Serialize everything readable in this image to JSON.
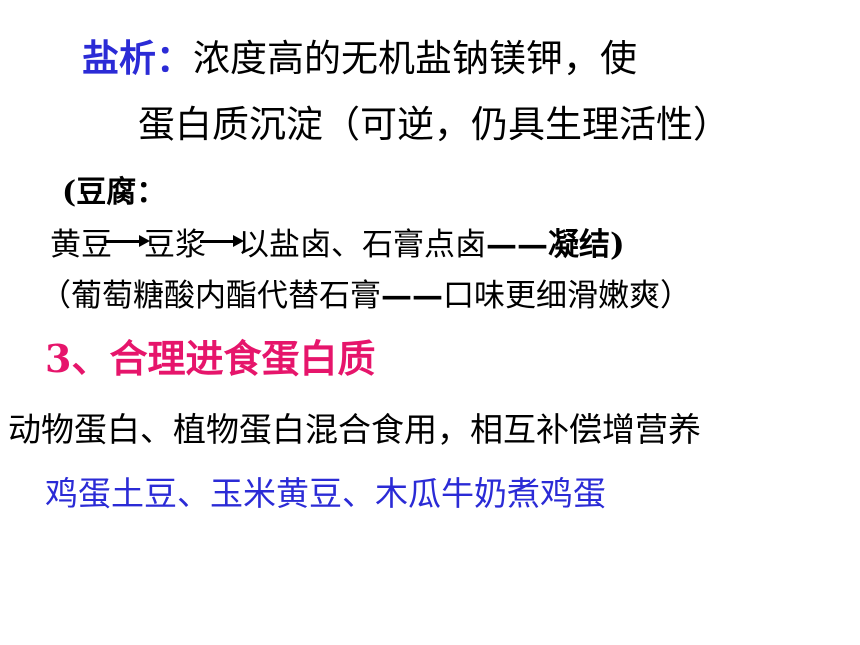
{
  "salting_out": {
    "term": "盐析：",
    "line1": "浓度高的无机盐钠镁钾，使",
    "line2": "蛋白质沉淀（可逆，仍具生理活性）"
  },
  "tofu": {
    "intro": "(豆腐：",
    "step1": "黄豆",
    "step2": "豆浆",
    "step3": "以盐卤、石膏点卤",
    "dash": " ——",
    "result": "凝结)",
    "note_open": "（葡萄糖酸内酯代替石膏",
    "note_dash": "——",
    "note_close": "口味更细滑嫩爽）"
  },
  "section3": {
    "heading": "3、合理进食蛋白质",
    "statement": "动物蛋白、植物蛋白混合食用，相互补偿增营养",
    "examples": "鸡蛋土豆、玉米黄豆、木瓜牛奶煮鸡蛋"
  },
  "colors": {
    "term_blue": "#2b2bd6",
    "heading_pink": "#e6156b",
    "example_blue": "#2b2bd6",
    "text": "#000000"
  },
  "icons": {
    "process_arrow": "right-arrow-icon"
  }
}
